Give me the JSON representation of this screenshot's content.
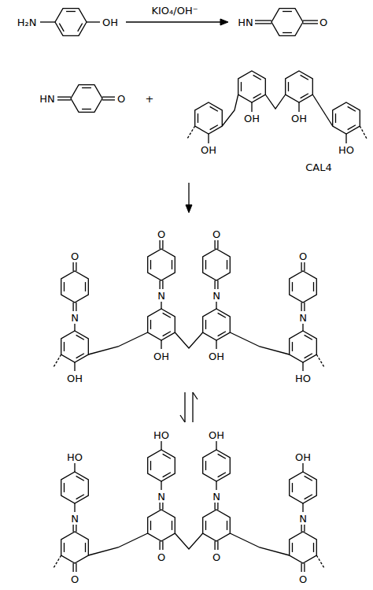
{
  "diagram": {
    "labels": [
      "H₂N",
      "OH",
      "KIO₄/OH⁻",
      "HN",
      "O",
      "HN",
      "O",
      "+",
      "OH",
      "OH",
      "OH",
      "HO",
      "CAL4",
      "O",
      "O",
      "O",
      "O",
      "N",
      "N",
      "N",
      "N",
      "OH",
      "OH",
      "OH",
      "HO",
      "HO",
      "HO",
      "OH",
      "OH",
      "N",
      "N",
      "N",
      "N",
      "O",
      "O",
      "O",
      "O"
    ]
  }
}
